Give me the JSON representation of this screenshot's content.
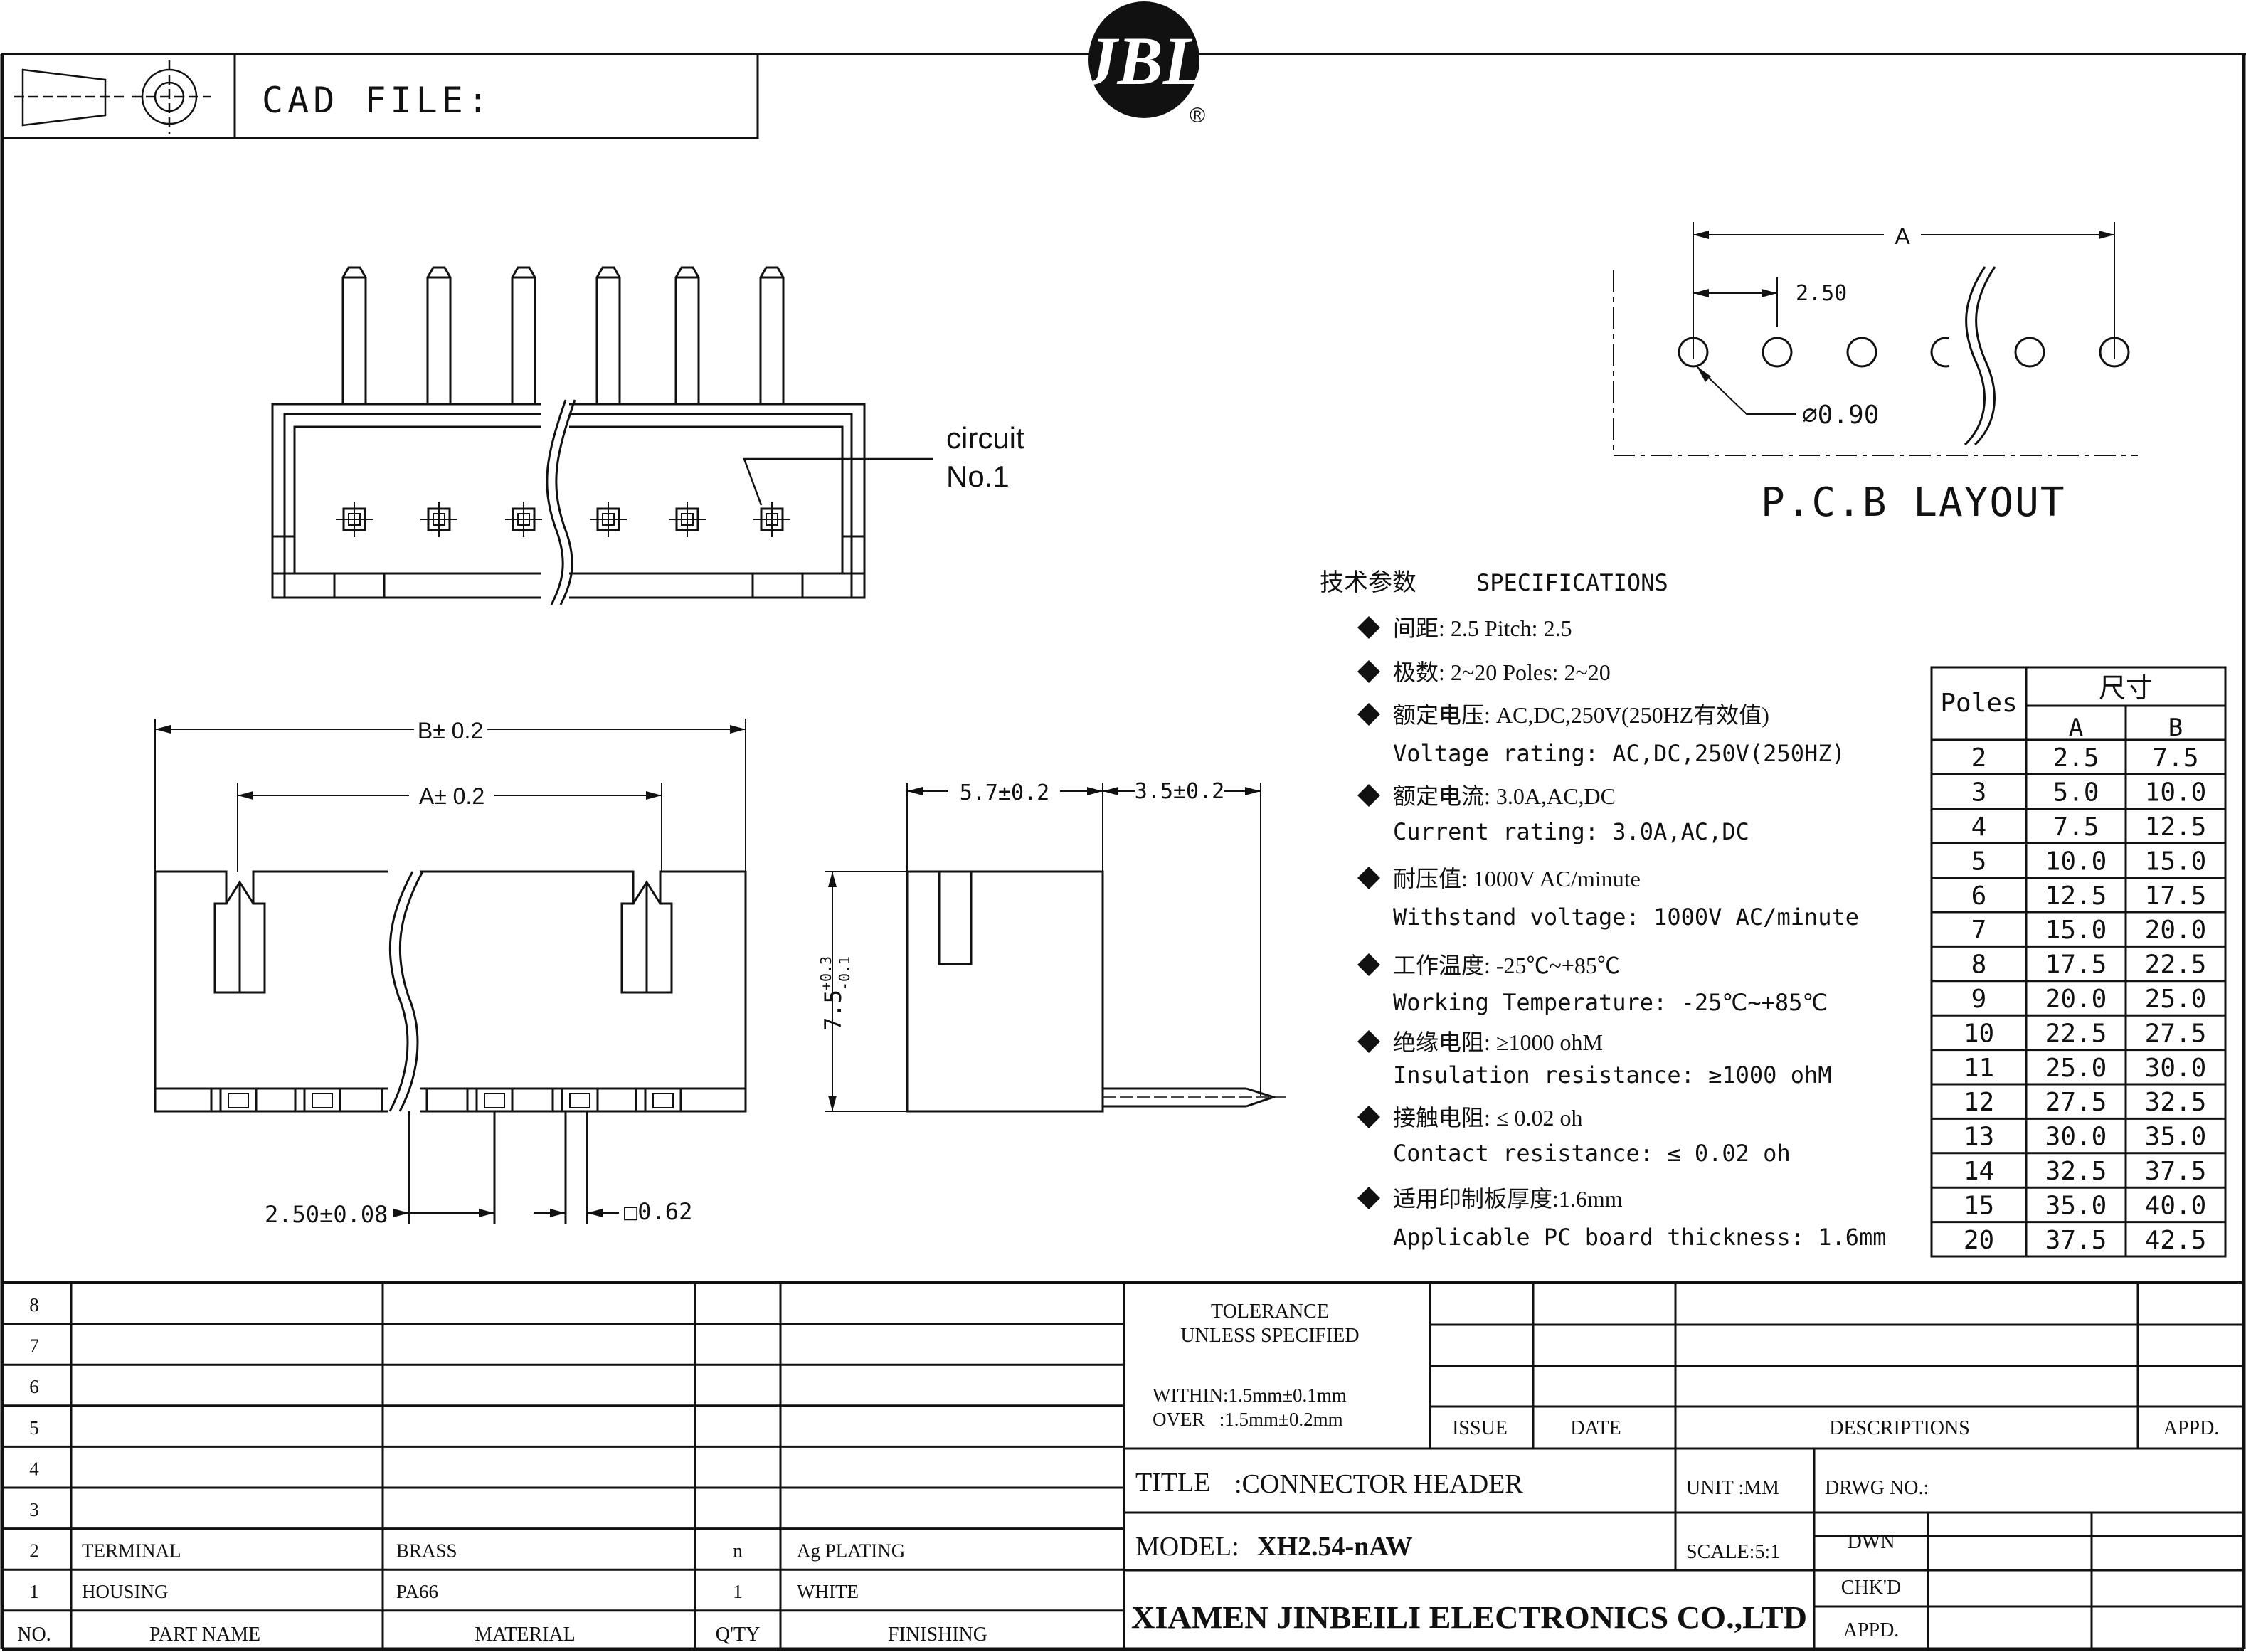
{
  "logo": {
    "text": "JBL",
    "registered": "®"
  },
  "header": {
    "cad_file_label": "CAD FILE:"
  },
  "views": {
    "circuit_label_line1": "circuit",
    "circuit_label_line2": "No.1",
    "dim_b": "B± 0.2",
    "dim_a": "A± 0.2",
    "dim_pitch": "2.50±0.08",
    "dim_pin_square": "□0.62",
    "dim_side_depth": "5.7±0.2",
    "dim_side_pin": "3.5±0.2",
    "dim_side_height": "7.5",
    "dim_side_height_tol_upper": "+0.3",
    "dim_side_height_tol_lower": "-0.1"
  },
  "pcb": {
    "dim_a": "A",
    "dim_pitch": "2.50",
    "hole_diameter": "∅0.90",
    "title": "P.C.B LAYOUT"
  },
  "specs": {
    "heading_cn": "技术参数",
    "heading_en": "SPECIFICATIONS",
    "items": [
      {
        "cn": "间距: 2.5  Pitch: 2.5",
        "en": ""
      },
      {
        "cn": "极数: 2~20       Poles: 2~20",
        "en": ""
      },
      {
        "cn": "额定电压: AC,DC,250V(250HZ有效值)",
        "en": "Voltage rating: AC,DC,250V(250HZ)"
      },
      {
        "cn": "额定电流: 3.0A,AC,DC",
        "en": "Current rating: 3.0A,AC,DC"
      },
      {
        "cn": "耐压值: 1000V AC/minute",
        "en": "Withstand voltage: 1000V AC/minute"
      },
      {
        "cn": "工作温度: -25℃~+85℃",
        "en": "Working Temperature: -25℃~+85℃"
      },
      {
        "cn": "绝缘电阻:  ≥1000 ohM",
        "en": "Insulation resistance: ≥1000 ohM"
      },
      {
        "cn": "接触电阻: ≤ 0.02 oh",
        "en": "Contact resistance: ≤ 0.02 oh"
      },
      {
        "cn": "适用印制板厚度:1.6mm",
        "en": "Applicable PC board thickness: 1.6mm"
      }
    ]
  },
  "dim_table": {
    "header_poles": "Poles",
    "header_size": "尺寸",
    "header_a": "A",
    "header_b": "B",
    "rows": [
      [
        "2",
        "2.5",
        "7.5"
      ],
      [
        "3",
        "5.0",
        "10.0"
      ],
      [
        "4",
        "7.5",
        "12.5"
      ],
      [
        "5",
        "10.0",
        "15.0"
      ],
      [
        "6",
        "12.5",
        "17.5"
      ],
      [
        "7",
        "15.0",
        "20.0"
      ],
      [
        "8",
        "17.5",
        "22.5"
      ],
      [
        "9",
        "20.0",
        "25.0"
      ],
      [
        "10",
        "22.5",
        "27.5"
      ],
      [
        "11",
        "25.0",
        "30.0"
      ],
      [
        "12",
        "27.5",
        "32.5"
      ],
      [
        "13",
        "30.0",
        "35.0"
      ],
      [
        "14",
        "32.5",
        "37.5"
      ],
      [
        "15",
        "35.0",
        "40.0"
      ],
      [
        "20",
        "37.5",
        "42.5"
      ]
    ]
  },
  "bom": {
    "headers": [
      "NO.",
      "PART  NAME",
      "MATERIAL",
      "Q'TY",
      "FINISHING"
    ],
    "rows": [
      [
        "8",
        "",
        "",
        "",
        ""
      ],
      [
        "7",
        "",
        "",
        "",
        ""
      ],
      [
        "6",
        "",
        "",
        "",
        ""
      ],
      [
        "5",
        "",
        "",
        "",
        ""
      ],
      [
        "4",
        "",
        "",
        "",
        ""
      ],
      [
        "3",
        "",
        "",
        "",
        ""
      ],
      [
        "2",
        "TERMINAL",
        "BRASS",
        "n",
        "Ag PLATING"
      ],
      [
        "1",
        "HOUSING",
        "PA66",
        "1",
        "WHITE"
      ]
    ]
  },
  "title_block": {
    "tolerance_line1": "TOLERANCE",
    "tolerance_line2": "UNLESS SPECIFIED",
    "within": "WITHIN:1.5mm±0.1mm",
    "over": "OVER   :1.5mm±0.2mm",
    "issue": "ISSUE",
    "date": "DATE",
    "descriptions": "DESCRIPTIONS",
    "appd": "APPD.",
    "title_label": "TITLE",
    "title_value": ":CONNECTOR HEADER",
    "unit": "UNIT :MM",
    "drwg_no": "DRWG NO.:",
    "model_label": "MODEL:",
    "model_value": "XH2.54-nAW",
    "scale": "SCALE:5:1",
    "dwn": "DWN",
    "chkd": "CHK'D",
    "appd2": "APPD.",
    "company": "XIAMEN JINBEILI ELECTRONICS CO.,LTD"
  }
}
